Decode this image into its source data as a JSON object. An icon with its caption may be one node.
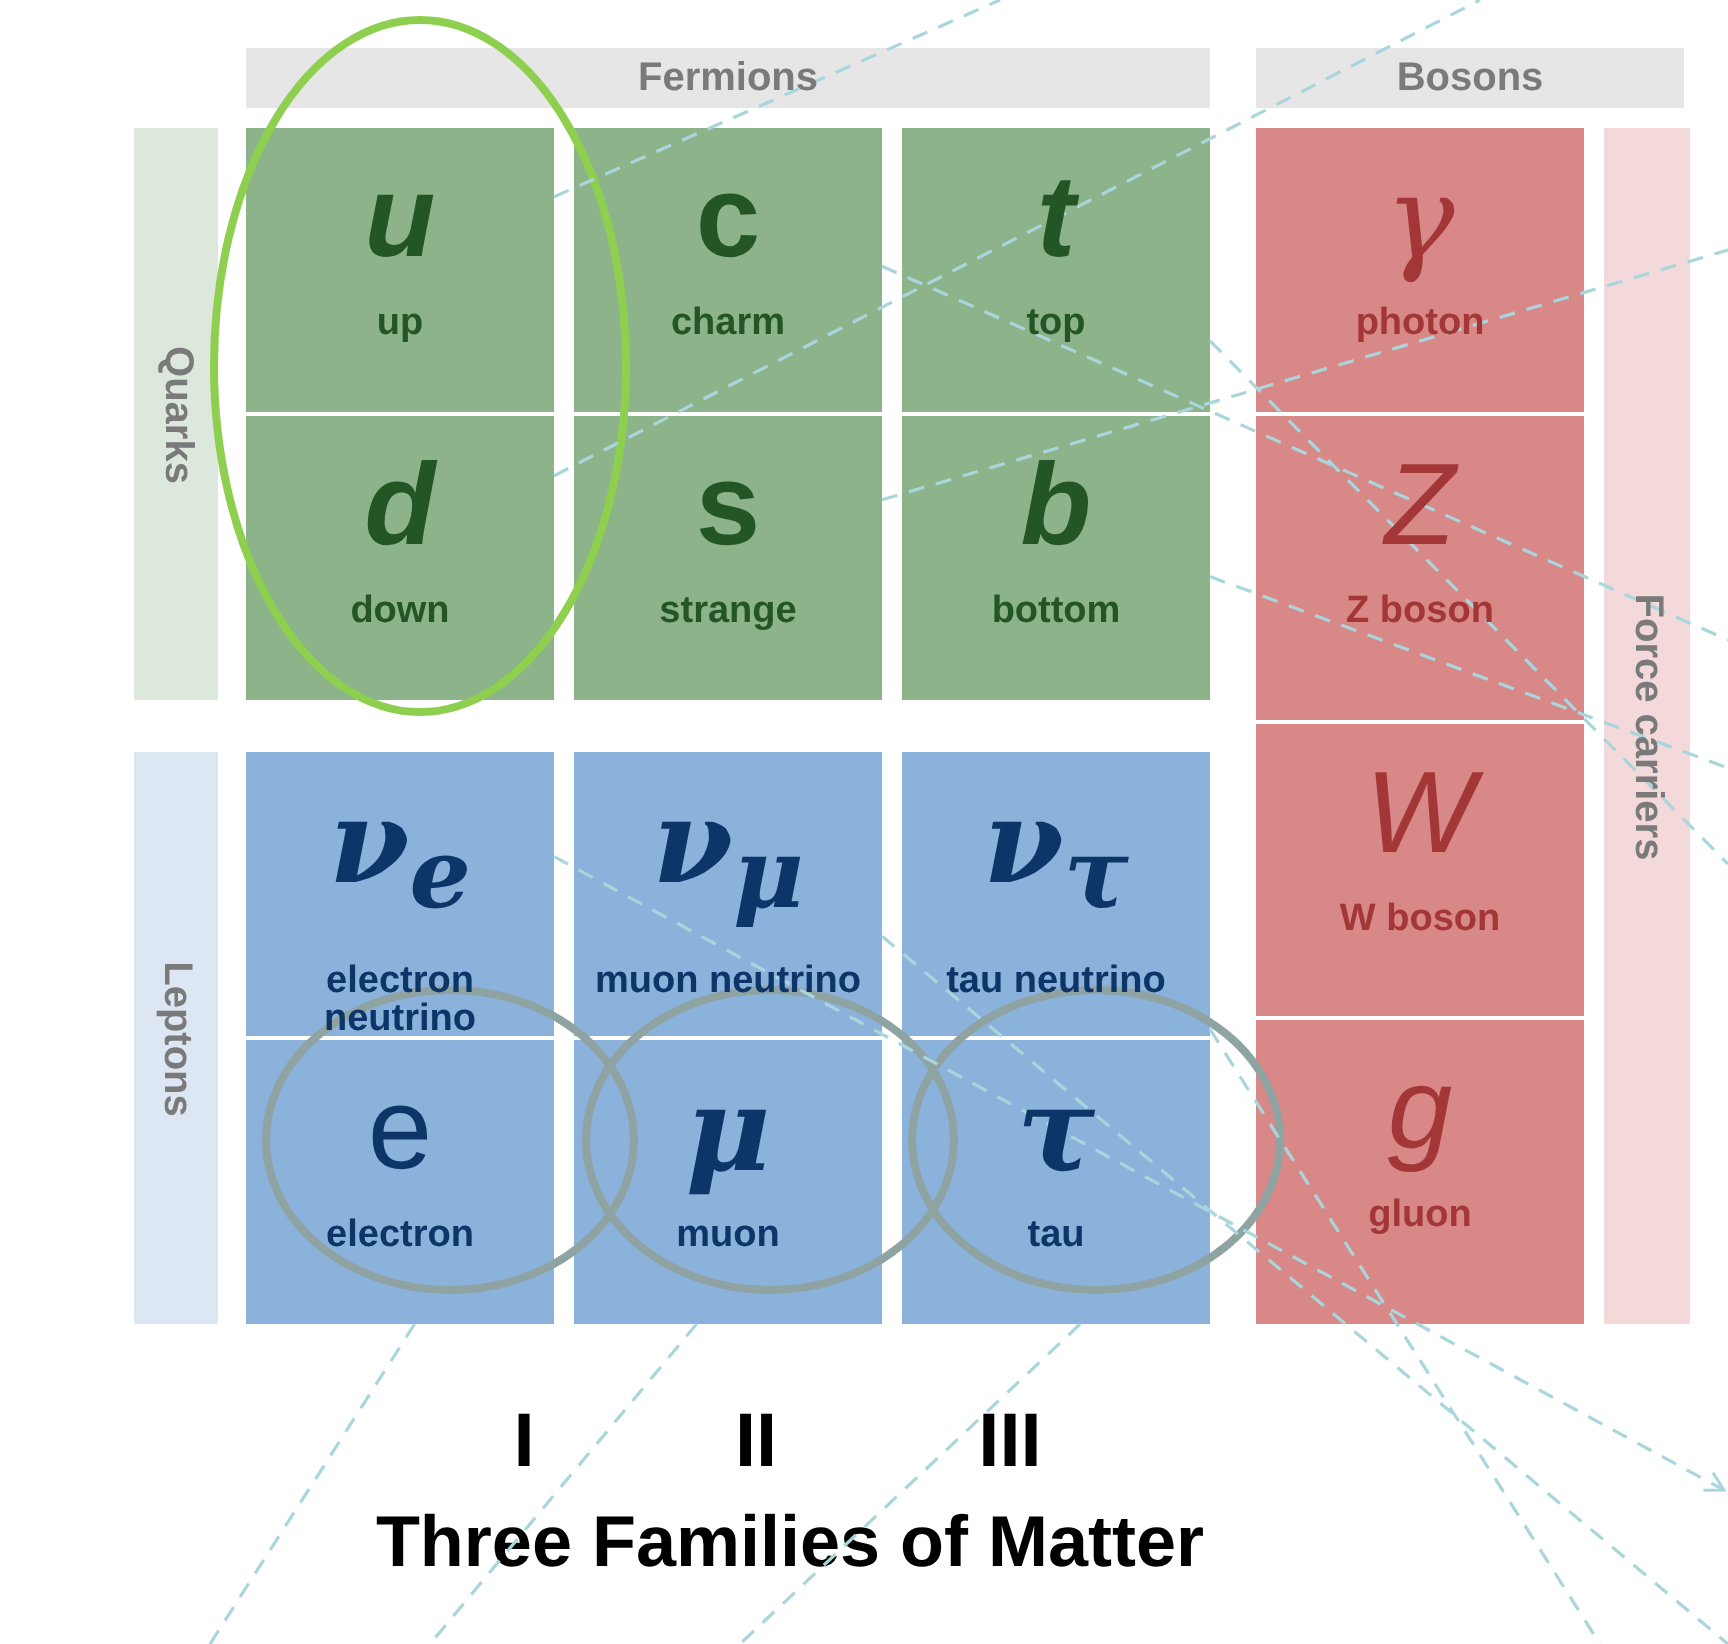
{
  "diagram": {
    "title": "Three Families of Matter",
    "nodes": [
      {
        "text": [
          "Fermions"
        ]
      },
      {
        "text": [
          "Bosons"
        ]
      },
      {
        "text": [
          "Quarks"
        ]
      },
      {
        "text": [
          "u",
          "up"
        ]
      },
      {
        "text": [
          "c",
          "charm"
        ]
      },
      {
        "text": [
          "t",
          "top"
        ]
      },
      {
        "text": [
          "γ",
          "photon"
        ]
      },
      {
        "text": [
          "Force carriers"
        ]
      },
      {
        "text": [
          "d",
          "down"
        ]
      },
      {
        "text": [
          "s",
          "strange"
        ]
      },
      {
        "text": [
          "b",
          "bottom"
        ]
      },
      {
        "text": [
          "Z",
          "Z boson"
        ]
      },
      {
        "text": [
          "Leptons"
        ]
      },
      {
        "text": [
          "ν$_{e}$",
          "electron neutrino"
        ]
      },
      {
        "text": [
          "ν$_{μ}$",
          "muon neutrino"
        ]
      },
      {
        "text": [
          "ν$_{τ}$",
          "tau neutrino"
        ]
      },
      {
        "text": [
          "W",
          "W boson"
        ]
      },
      {
        "text": [
          "e",
          "electron"
        ]
      },
      {
        "text": [
          "μ",
          "muon"
        ]
      },
      {
        "text": [
          "τ",
          "tau"
        ]
      },
      {
        "text": [
          "g",
          "gluon"
        ]
      }
    ],
    "edges": [
      {
        "from": 3,
        "to": null,
        "arrow": "none",
        "style": "dashed"
      },
      {
        "from": 8,
        "to": null,
        "arrow": "none",
        "style": "dashed"
      },
      {
        "from": 4,
        "to": null,
        "arrow": "none",
        "style": "dashed"
      },
      {
        "from": 9,
        "to": null,
        "arrow": "none",
        "style": "dashed"
      },
      {
        "from": 5,
        "to": null,
        "arrow": "none",
        "style": "dashed"
      },
      {
        "from": 10,
        "to": null,
        "arrow": "none",
        "style": "dashed"
      },
      {
        "from": 13,
        "to": null,
        "arrow": "to",
        "style": "dashed"
      },
      {
        "from": 14,
        "to": null,
        "arrow": "none",
        "style": "dashed"
      },
      {
        "from": 15,
        "to": null,
        "arrow": "none",
        "style": "dashed"
      },
      {
        "from": 17,
        "to": null,
        "arrow": "none",
        "style": "dashed"
      },
      {
        "from": 18,
        "to": null,
        "arrow": "none",
        "style": "dashed"
      },
      {
        "from": 19,
        "to": null,
        "arrow": "none",
        "style": "dashed"
      }
    ],
    "labels": [
      "I",
      "II",
      "III"
    ]
  }
}
